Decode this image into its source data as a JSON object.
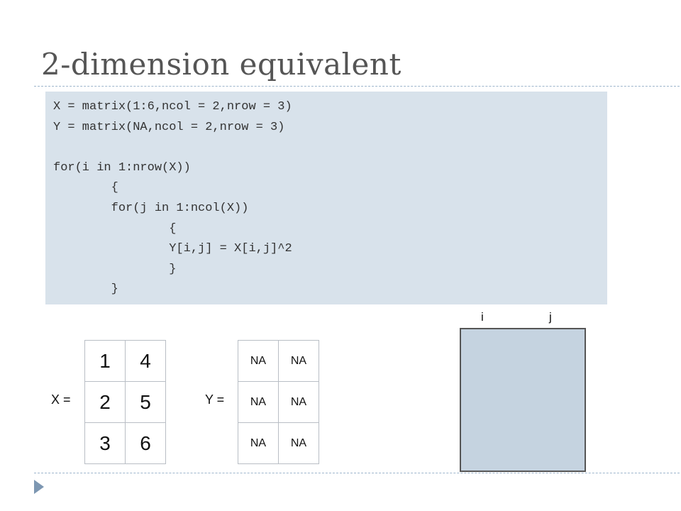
{
  "slide": {
    "title": "2-dimension equivalent"
  },
  "code": {
    "lines": [
      "X = matrix(1:6,ncol = 2,nrow = 3)",
      "Y = matrix(NA,ncol = 2,nrow = 3)",
      "",
      "for(i in 1:nrow(X))",
      "        {",
      "        for(j in 1:ncol(X))",
      "                {",
      "                Y[i,j] = X[i,j]^2",
      "                }",
      "        }"
    ]
  },
  "matrix_x": {
    "label": "X =",
    "rows": [
      [
        "1",
        "4"
      ],
      [
        "2",
        "5"
      ],
      [
        "3",
        "6"
      ]
    ]
  },
  "matrix_y": {
    "label": "Y =",
    "rows": [
      [
        "NA",
        "NA"
      ],
      [
        "NA",
        "NA"
      ],
      [
        "NA",
        "NA"
      ]
    ]
  },
  "indices": {
    "i": "i",
    "j": "j"
  }
}
